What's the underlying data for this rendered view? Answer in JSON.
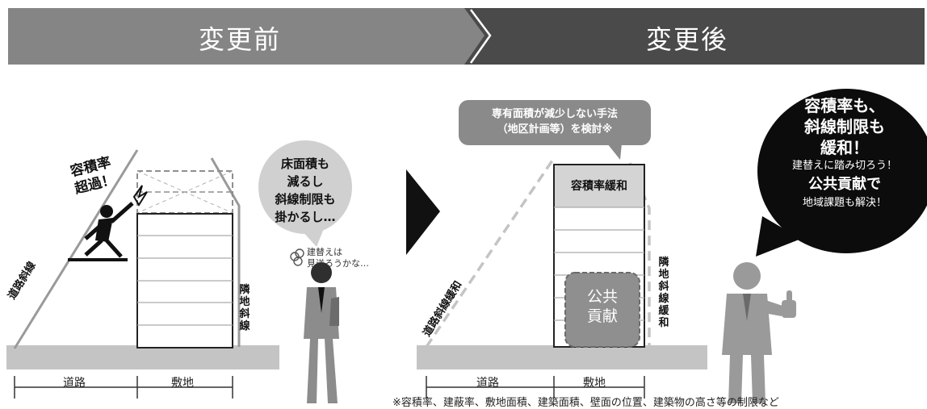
{
  "header": {
    "before": "変更前",
    "after": "変更後"
  },
  "before": {
    "exceed_label": {
      "line1": "容積率",
      "line2": "超過！"
    },
    "road_setback": "道路斜線",
    "adjacent_setback": [
      "隣",
      "地",
      "斜",
      "線"
    ],
    "dim_road": "道路",
    "dim_site": "敷地",
    "thought": [
      "床面積も",
      "減るし",
      "斜線制限も",
      "掛かるし…"
    ],
    "murmur": [
      "建替えは",
      "見送ろうかな…"
    ]
  },
  "after": {
    "callout": [
      "専有面積が減少しない手法",
      "（地区計画等）を検討※"
    ],
    "relaxed_ratio": "容積率緩和",
    "public_contribution": [
      "公共",
      "貢献"
    ],
    "road_setback": "道路斜線緩和",
    "adjacent_setback": [
      "隣",
      "地",
      "斜",
      "線",
      "緩",
      "和"
    ],
    "dim_road": "道路",
    "dim_site": "敷地",
    "bubble": [
      "容積率も、",
      "斜線制限も",
      "緩和！",
      "建替えに踏み切ろう！",
      "公共貢献で",
      "地域課題も解決！"
    ]
  },
  "footnote": "※容積率、建蔽率、敷地面積、建築面積、壁面の位置、建築物の高さ等の制限など"
}
